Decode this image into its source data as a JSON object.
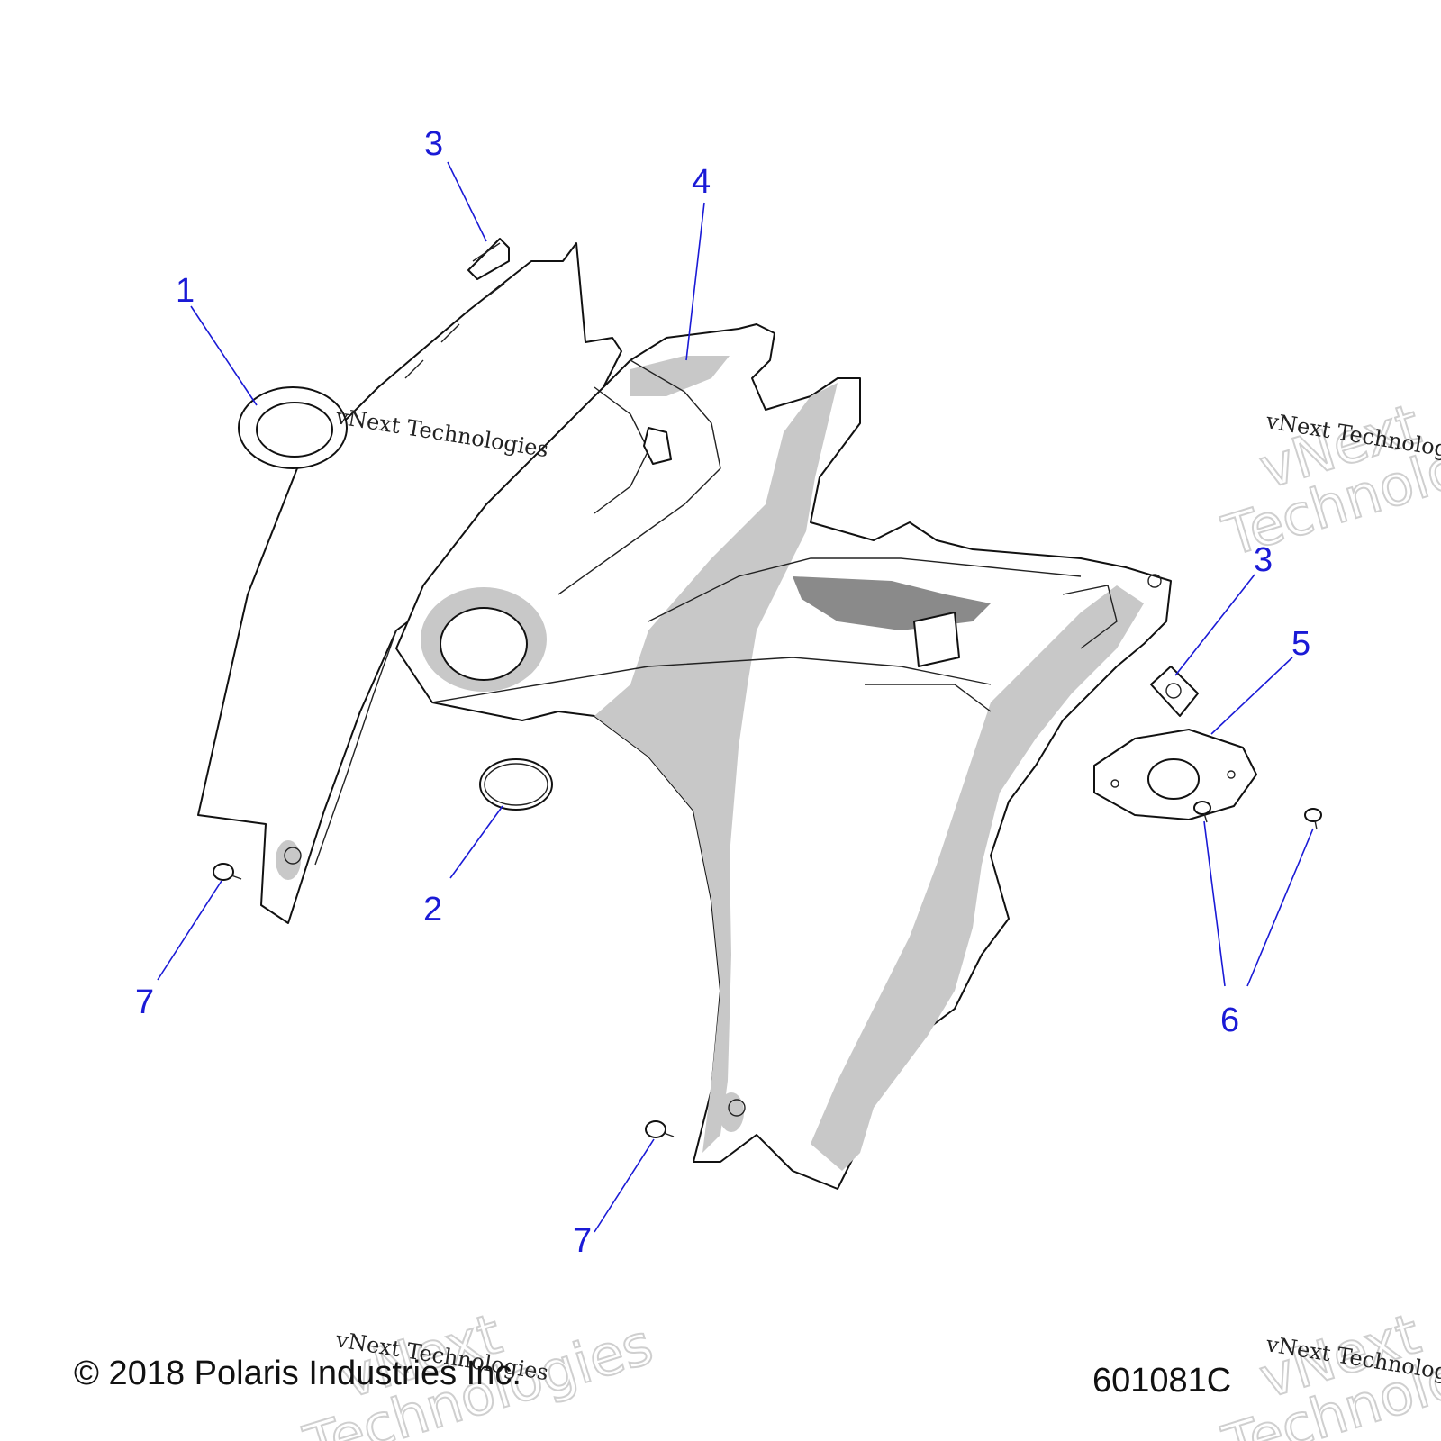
{
  "diagram": {
    "callouts": [
      {
        "id": "c1",
        "label": "1"
      },
      {
        "id": "c2",
        "label": "2"
      },
      {
        "id": "c3a",
        "label": "3"
      },
      {
        "id": "c3b",
        "label": "3"
      },
      {
        "id": "c4",
        "label": "4"
      },
      {
        "id": "c5",
        "label": "5"
      },
      {
        "id": "c6",
        "label": "6"
      },
      {
        "id": "c7a",
        "label": "7"
      },
      {
        "id": "c7b",
        "label": "7"
      }
    ],
    "copyright": "© 2018 Polaris Industries Inc.",
    "figure_number": "601081C",
    "watermark": {
      "small": "vNext Technologies",
      "large_line1": "vNext",
      "large_line2": "Technologies"
    },
    "colors": {
      "callout": "#1a1ad6",
      "part_shade": "#c8c8c8",
      "outline": "#111111"
    }
  }
}
